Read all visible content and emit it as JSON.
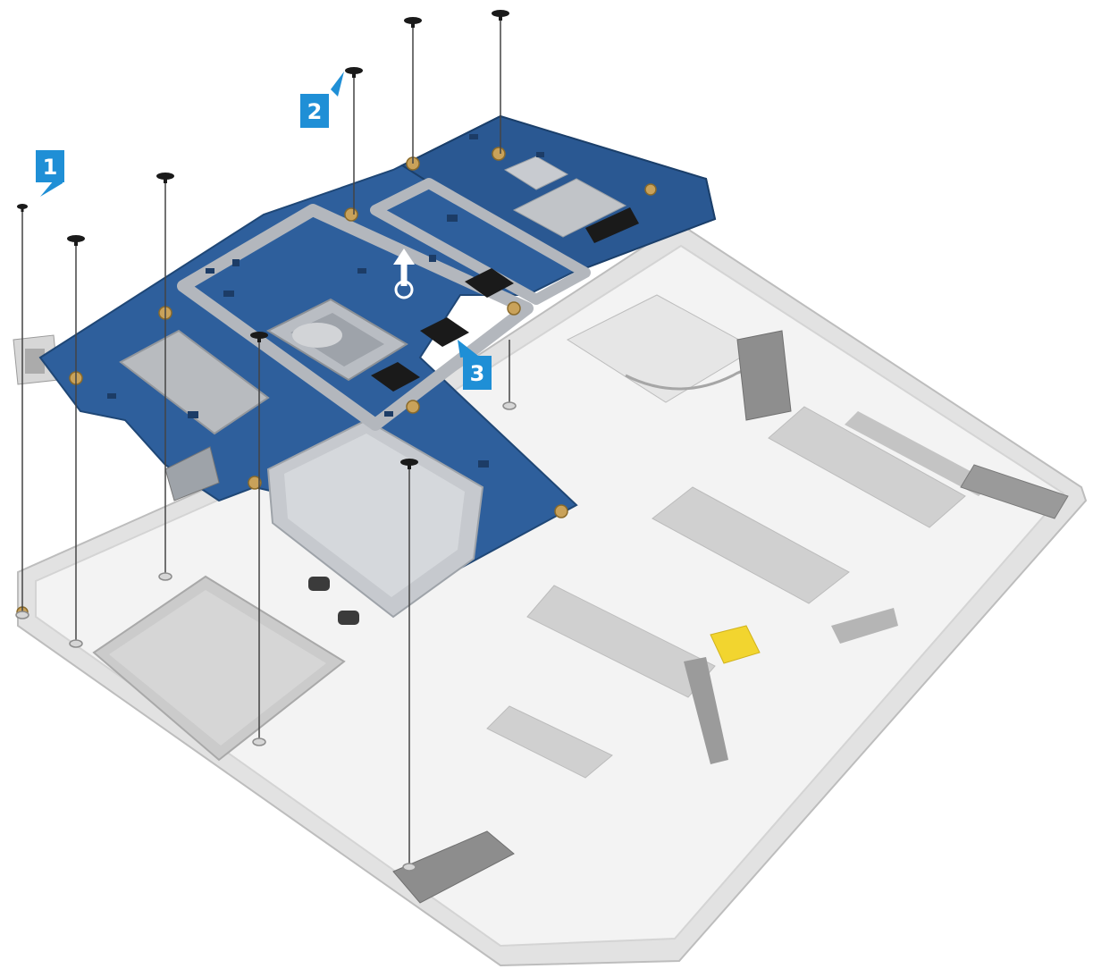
{
  "callouts": [
    {
      "label": "1"
    },
    {
      "label": "2"
    },
    {
      "label": "3"
    }
  ],
  "colors": {
    "background": "#ffffff",
    "chassis": "#eeeeee",
    "chassis_edge": "#cfcfcf",
    "board": "#2e5f9c",
    "board_dark": "#1f4776",
    "shield": "#c6c9ce",
    "pad_gold": "#c9a25a",
    "callout": "#1f8fd6",
    "screw": "#1a1a1a",
    "guide_line": "#444444"
  },
  "icons": {
    "screw": "screw-icon",
    "lift_arrow": "lift-arrow-icon"
  }
}
